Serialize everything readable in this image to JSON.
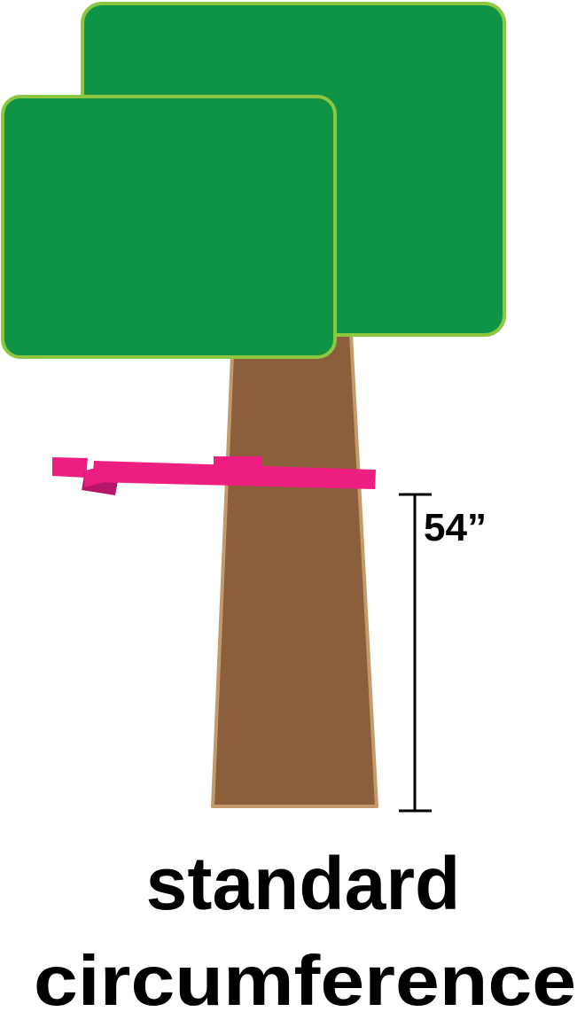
{
  "diagram": {
    "measurement_label": "54”",
    "caption_line_1": "standard",
    "caption_line_2": "circumference"
  },
  "colors": {
    "canopy_fill": "#0f9447",
    "canopy_stroke": "#8dc63f",
    "trunk_fill": "#8b5e3c",
    "trunk_stroke": "#c49a6c",
    "tape": "#ec1f80",
    "tape_dark": "#b5166a",
    "ink": "#000000"
  },
  "icons": {
    "tree": "tree-icon",
    "measuring_tape": "measuring-tape-icon",
    "height_marker": "height-dimension-icon"
  }
}
